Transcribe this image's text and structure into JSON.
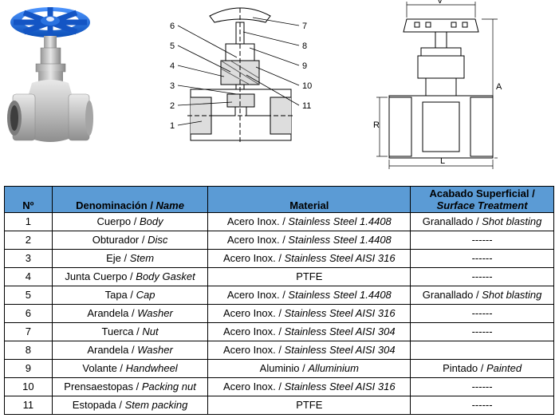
{
  "figures": {
    "section_callouts": [
      "6",
      "5",
      "4",
      "3",
      "2",
      "1",
      "7",
      "8",
      "9",
      "10",
      "11"
    ],
    "dimension_labels": {
      "top_width": "V",
      "height": "A",
      "connection": "R",
      "length": "L"
    }
  },
  "table": {
    "headers": {
      "number": "Nº",
      "name_es": "Denominación",
      "name_en": "Name",
      "material": "Material",
      "finish_es": "Acabado Superficial /",
      "finish_en": "Surface Treatment"
    },
    "rows": [
      {
        "no": "1",
        "name_es": "Cuerpo",
        "name_en": "Body",
        "mat_es": "Acero Inox.",
        "mat_en": "Stainless Steel 1.4408",
        "fin_es": "Granallado",
        "fin_en": "Shot blasting",
        "fin_plain": ""
      },
      {
        "no": "2",
        "name_es": "Obturador",
        "name_en": "Disc",
        "mat_es": "Acero Inox.",
        "mat_en": "Stainless Steel 1.4408",
        "fin_es": "",
        "fin_en": "",
        "fin_plain": "------"
      },
      {
        "no": "3",
        "name_es": "Eje",
        "name_en": "Stem",
        "mat_es": "Acero Inox.",
        "mat_en": "Stainless Steel AISI 316",
        "fin_es": "",
        "fin_en": "",
        "fin_plain": "------"
      },
      {
        "no": "4",
        "name_es": "Junta Cuerpo",
        "name_en": "Body Gasket",
        "mat_es": "",
        "mat_en": "",
        "mat_plain": "PTFE",
        "fin_es": "",
        "fin_en": "",
        "fin_plain": "------"
      },
      {
        "no": "5",
        "name_es": "Tapa",
        "name_en": "Cap",
        "mat_es": "Acero Inox.",
        "mat_en": "Stainless Steel 1.4408",
        "fin_es": "Granallado",
        "fin_en": "Shot blasting",
        "fin_plain": ""
      },
      {
        "no": "6",
        "name_es": "Arandela",
        "name_en": "Washer",
        "mat_es": "Acero Inox.",
        "mat_en": "Stainless Steel AISI 316",
        "fin_es": "",
        "fin_en": "",
        "fin_plain": "------"
      },
      {
        "no": "7",
        "name_es": "Tuerca",
        "name_en": "Nut",
        "mat_es": "Acero Inox.",
        "mat_en": "Stainless Steel AISI 304",
        "fin_es": "",
        "fin_en": "",
        "fin_plain": "------"
      },
      {
        "no": "8",
        "name_es": "Arandela",
        "name_en": "Washer",
        "mat_es": "Acero Inox.",
        "mat_en": "Stainless Steel AISI 304",
        "fin_es": "",
        "fin_en": "",
        "fin_plain": ""
      },
      {
        "no": "9",
        "name_es": "Volante",
        "name_en": "Handwheel",
        "mat_es": "Aluminio",
        "mat_en": "Alluminium",
        "fin_es": "Pintado",
        "fin_en": "Painted",
        "fin_plain": ""
      },
      {
        "no": "10",
        "name_es": "Prensaestopas",
        "name_en": "Packing nut",
        "mat_es": "Acero Inox.",
        "mat_en": "Stainless Steel AISI 316",
        "fin_es": "",
        "fin_en": "",
        "fin_plain": "------"
      },
      {
        "no": "11",
        "name_es": "Estopada",
        "name_en": "Stem packing",
        "mat_es": "",
        "mat_en": "",
        "mat_plain": "PTFE",
        "fin_es": "",
        "fin_en": "",
        "fin_plain": "------"
      }
    ]
  },
  "colors": {
    "header_bg": "#5b9bd5",
    "handwheel_blue": "#1f6fd6",
    "body_steel": "#c9c9c9"
  }
}
